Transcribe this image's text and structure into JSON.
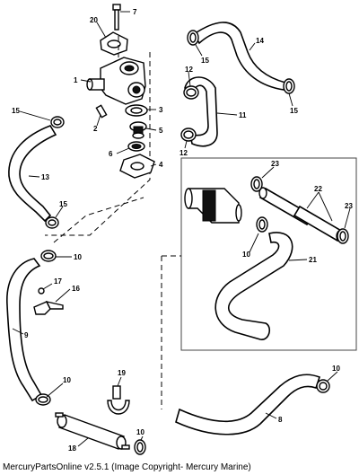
{
  "caption": "MercuryPartsOnline v2.5.1 (Image Copyright- Mercury Marine)",
  "callouts": {
    "c1": "1",
    "c2": "2",
    "c3": "3",
    "c4": "4",
    "c5": "5",
    "c6": "6",
    "c7": "7",
    "c8": "8",
    "c9": "9",
    "c10a": "10",
    "c10b": "10",
    "c10c": "10",
    "c10d": "10",
    "c11": "11",
    "c12a": "12",
    "c12b": "12",
    "c13": "13",
    "c14": "14",
    "c15a": "15",
    "c15b": "15",
    "c15c": "15",
    "c15d": "15",
    "c16": "16",
    "c17": "17",
    "c18": "18",
    "c19": "19",
    "c20": "20",
    "c21": "21",
    "c22": "22",
    "c23a": "23",
    "c23b": "23"
  }
}
